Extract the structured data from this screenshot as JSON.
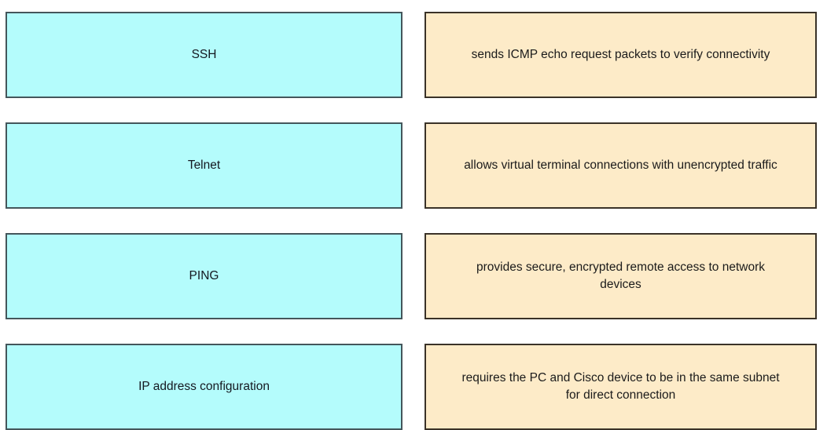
{
  "exercise": {
    "type": "matching",
    "left_column_label": "terms",
    "right_column_label": "descriptions",
    "colors": {
      "term_fill": "#b4fcfc",
      "term_border": "#44565b",
      "definition_fill": "#fdebc8",
      "definition_border": "#3a3228",
      "text": "#141820",
      "background": "#ffffff"
    }
  },
  "terms": [
    {
      "label": "SSH"
    },
    {
      "label": "Telnet"
    },
    {
      "label": "PING"
    },
    {
      "label": "IP address configuration"
    }
  ],
  "definitions": [
    {
      "label": "sends ICMP echo request packets to verify connectivity"
    },
    {
      "label": "allows virtual terminal connections with unencrypted traffic"
    },
    {
      "label": "provides secure, encrypted remote access to network devices"
    },
    {
      "label": "requires the PC and Cisco device to be in the same subnet for direct connection"
    }
  ]
}
